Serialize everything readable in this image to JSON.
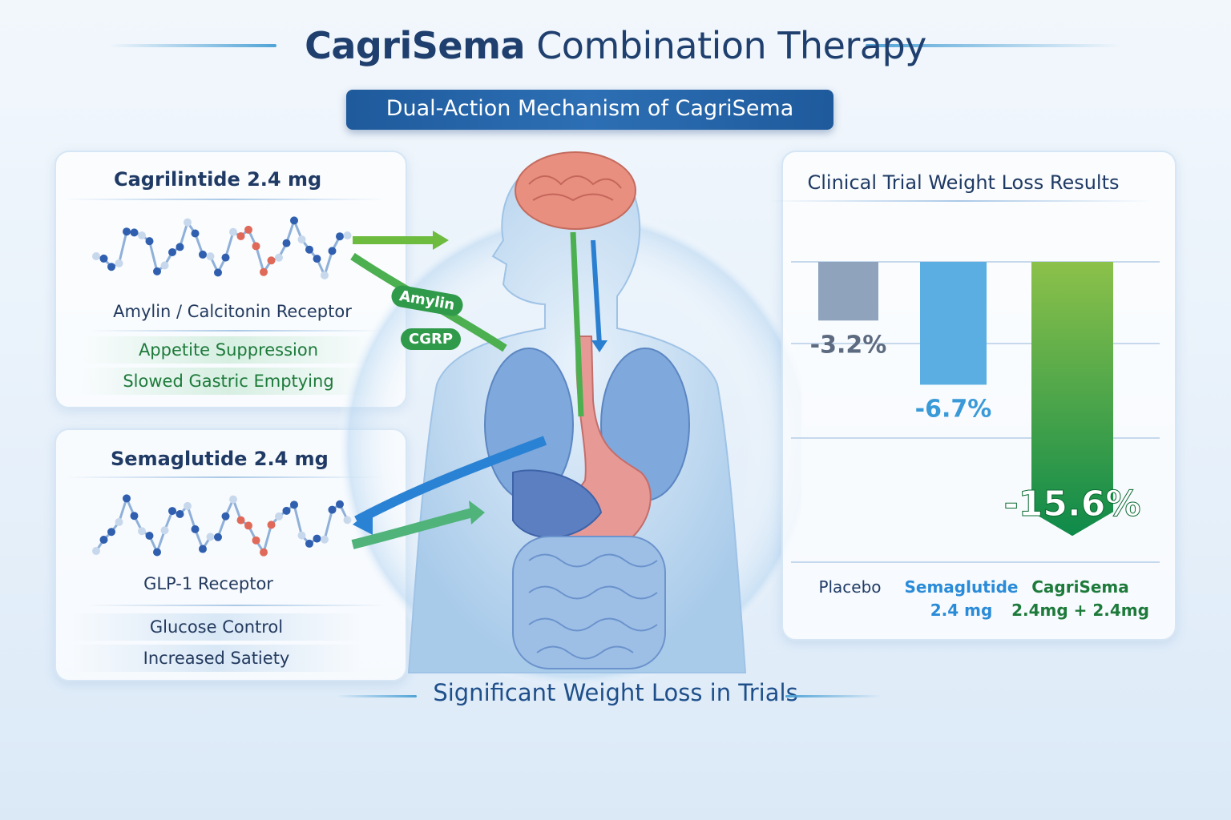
{
  "header": {
    "title_bold": "CagriSema",
    "title_rest": "Combination Therapy",
    "banner": "Dual-Action Mechanism of CagriSema"
  },
  "left_panels": [
    {
      "title": "Cagrilintide 2.4 mg",
      "receptor": "Amylin / Calcitonin Receptor",
      "effects": [
        "Appetite Suppression",
        "Slowed Gastric Emptying"
      ]
    },
    {
      "title": "Semaglutide 2.4 mg",
      "receptor": "GLP-1 Receptor",
      "effects": [
        "Glucose Control",
        "Increased Satiety"
      ]
    }
  ],
  "arrow_labels": {
    "amylin": "Amylin",
    "cgrp": "CGRP"
  },
  "footer": "Significant Weight Loss in Trials",
  "colors": {
    "placebo": "#8fa3bd",
    "semaglutide": "#5aaee2",
    "cagrisema": "#2f9a4a",
    "navy": "#1f3f6e"
  },
  "chart_data": {
    "type": "bar",
    "title": "Clinical Trial Weight Loss Results",
    "categories": [
      "Placebo",
      "Semaglutide 2.4 mg",
      "CagriSema 2.4mg + 2.4mg"
    ],
    "category_lines": [
      [
        "Placebo"
      ],
      [
        "Semaglutide",
        "2.4 mg"
      ],
      [
        "CagriSema",
        "2.4mg + 2.4mg"
      ]
    ],
    "values": [
      -3.2,
      -6.7,
      -15.6
    ],
    "value_labels": [
      "-3.2%",
      "-6.7%",
      "-15.6%"
    ],
    "unit": "%",
    "grid": true
  }
}
